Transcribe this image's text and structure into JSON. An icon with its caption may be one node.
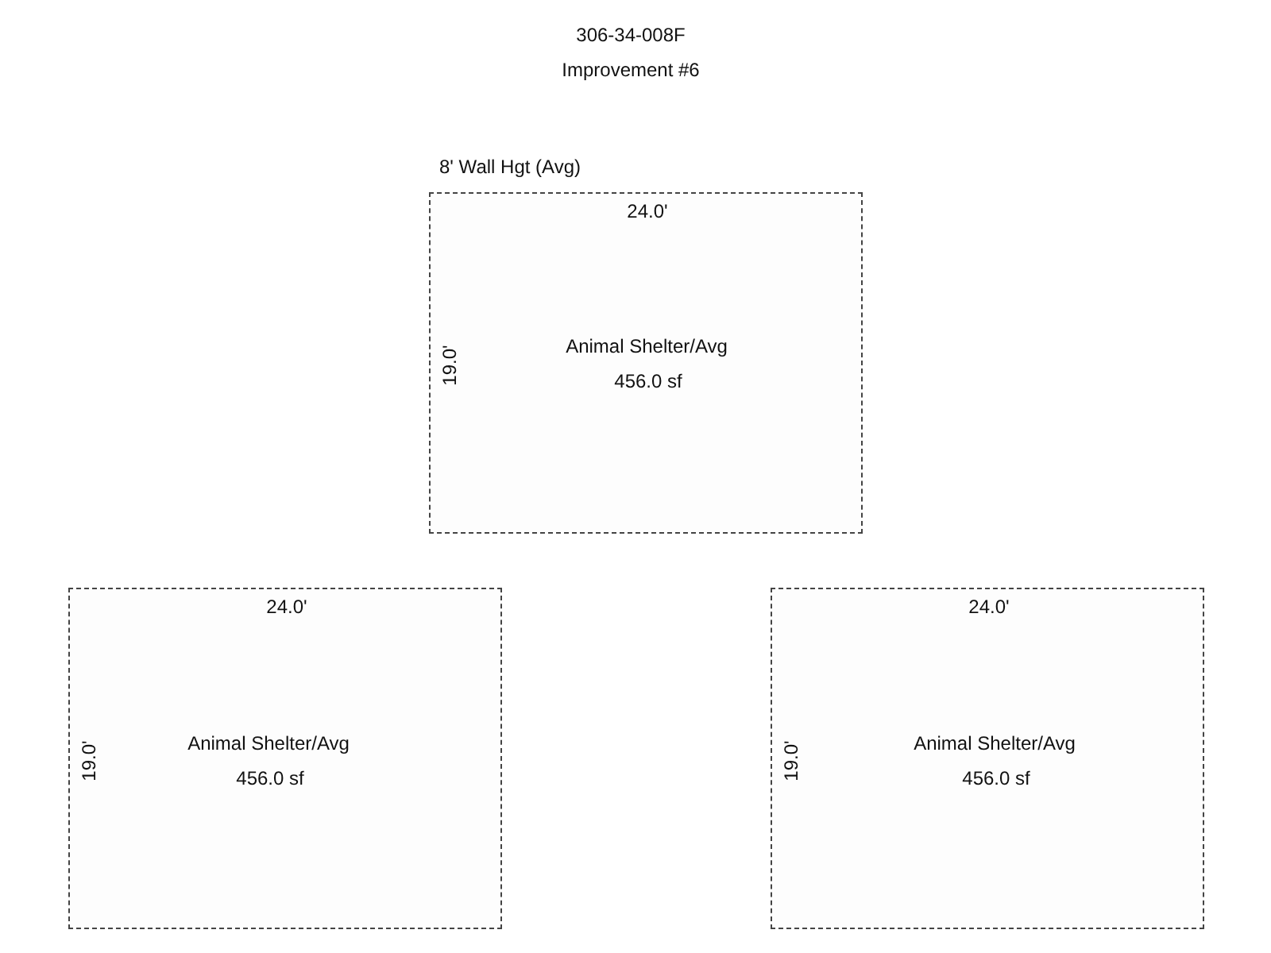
{
  "diagram": {
    "title": "306-34-008F",
    "nodes": [
      {
        "text": [
          "24.0'",
          "19.0'",
          "Animal Shelter/Avg",
          "456.0 sf"
        ],
        "beside": [
          "8' Wall Hgt (Avg)"
        ]
      },
      {
        "text": [
          "24.0'",
          "19.0'",
          "Animal Shelter/Avg",
          "456.0 sf"
        ]
      },
      {
        "text": [
          "24.0'",
          "19.0'",
          "Animal Shelter/Avg",
          "456.0 sf"
        ]
      }
    ],
    "edges": [],
    "labels": [
      "Improvement #6"
    ]
  }
}
